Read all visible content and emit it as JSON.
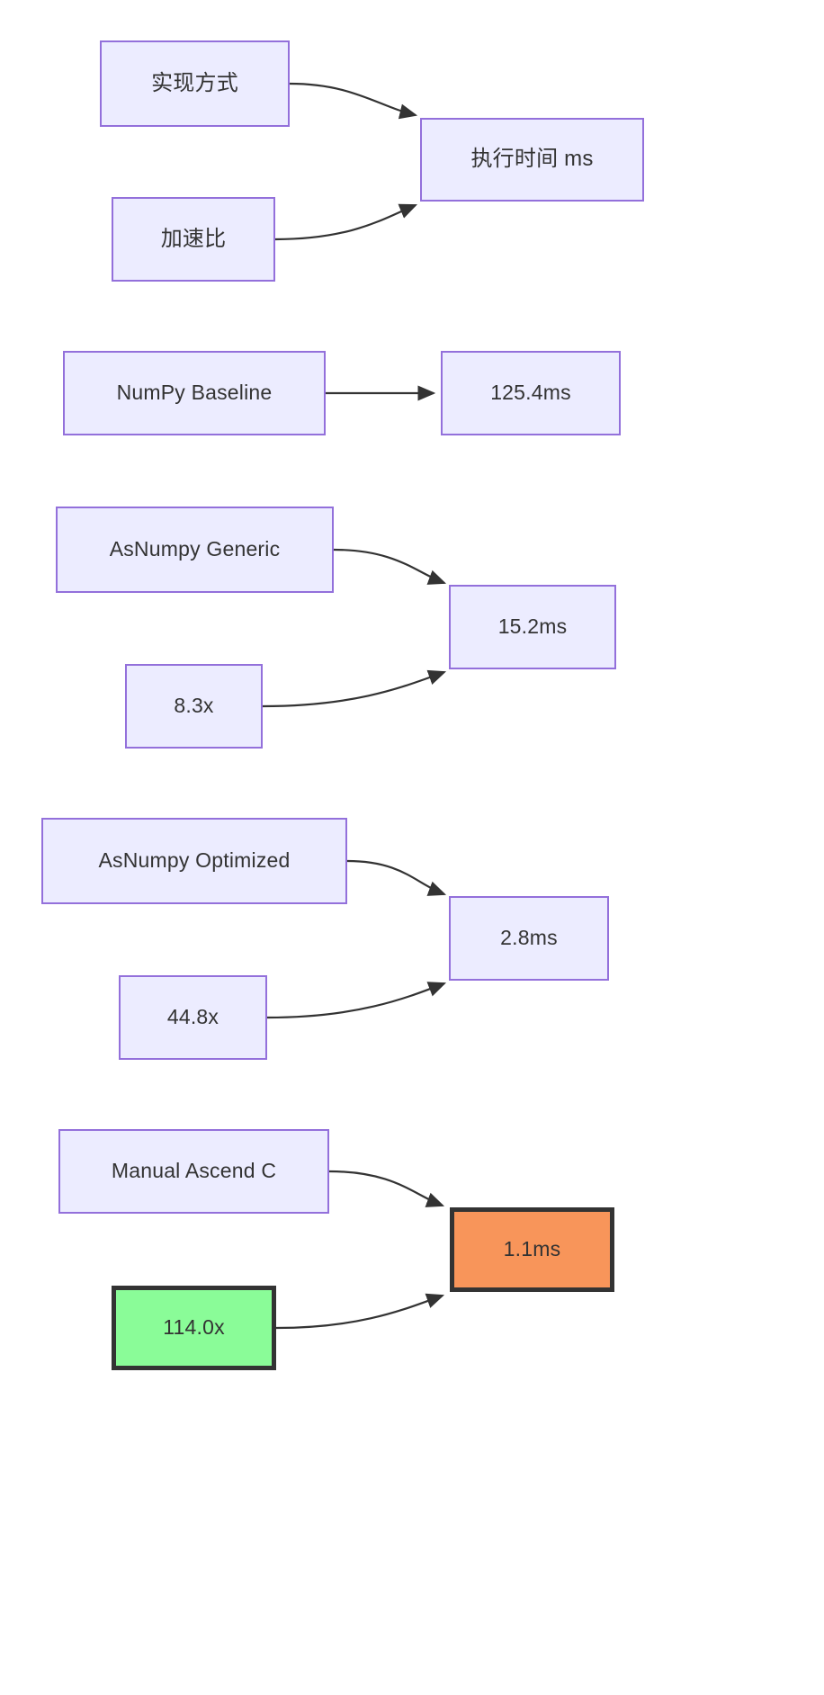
{
  "diagram": {
    "type": "flowchart",
    "title": "",
    "background_color": "#ffffff",
    "node_fill": "#ececff",
    "node_border": "#9370db",
    "highlight_time_fill": "#f8955a",
    "highlight_speed_fill": "#8afc98",
    "highlight_border": "#333333",
    "edge_color": "#333333",
    "groups": [
      {
        "id": "header",
        "left_top": {
          "id": "impl-method",
          "label": "实现方式"
        },
        "left_bottom": {
          "id": "speedup-label",
          "label": "加速比"
        },
        "right": {
          "id": "exec-time-label",
          "label": "执行时间 ms"
        }
      },
      {
        "id": "numpy-baseline",
        "left_top": {
          "id": "numpy-baseline",
          "label": "NumPy Baseline"
        },
        "left_bottom": null,
        "right": {
          "id": "numpy-baseline-time",
          "label": "125.4ms"
        }
      },
      {
        "id": "asnumpy-generic",
        "left_top": {
          "id": "asnumpy-generic",
          "label": "AsNumpy Generic"
        },
        "left_bottom": {
          "id": "asnumpy-generic-speedup",
          "label": "8.3x"
        },
        "right": {
          "id": "asnumpy-generic-time",
          "label": "15.2ms"
        }
      },
      {
        "id": "asnumpy-optimized",
        "left_top": {
          "id": "asnumpy-optimized",
          "label": "AsNumpy Optimized"
        },
        "left_bottom": {
          "id": "asnumpy-optimized-speedup",
          "label": "44.8x"
        },
        "right": {
          "id": "asnumpy-optimized-time",
          "label": "2.8ms"
        }
      },
      {
        "id": "manual-ascend-c",
        "left_top": {
          "id": "manual-ascend-c",
          "label": "Manual Ascend C"
        },
        "left_bottom": {
          "id": "manual-ascend-c-speedup",
          "label": "114.0x"
        },
        "right": {
          "id": "manual-ascend-c-time",
          "label": "1.1ms"
        }
      }
    ]
  },
  "chart_data": {
    "type": "table",
    "title": "执行时间 ms",
    "columns": [
      "实现方式",
      "执行时间 ms",
      "加速比"
    ],
    "rows": [
      {
        "implementation": "NumPy Baseline",
        "time_ms": 125.4,
        "speedup": null,
        "speedup_label": ""
      },
      {
        "implementation": "AsNumpy Generic",
        "time_ms": 15.2,
        "speedup": 8.3,
        "speedup_label": "8.3x"
      },
      {
        "implementation": "AsNumpy Optimized",
        "time_ms": 2.8,
        "speedup": 44.8,
        "speedup_label": "44.8x"
      },
      {
        "implementation": "Manual Ascend C",
        "time_ms": 1.1,
        "speedup": 114.0,
        "speedup_label": "114.0x"
      }
    ],
    "highlighted_row": "Manual Ascend C",
    "units": {
      "time": "ms",
      "speedup": "x"
    }
  }
}
